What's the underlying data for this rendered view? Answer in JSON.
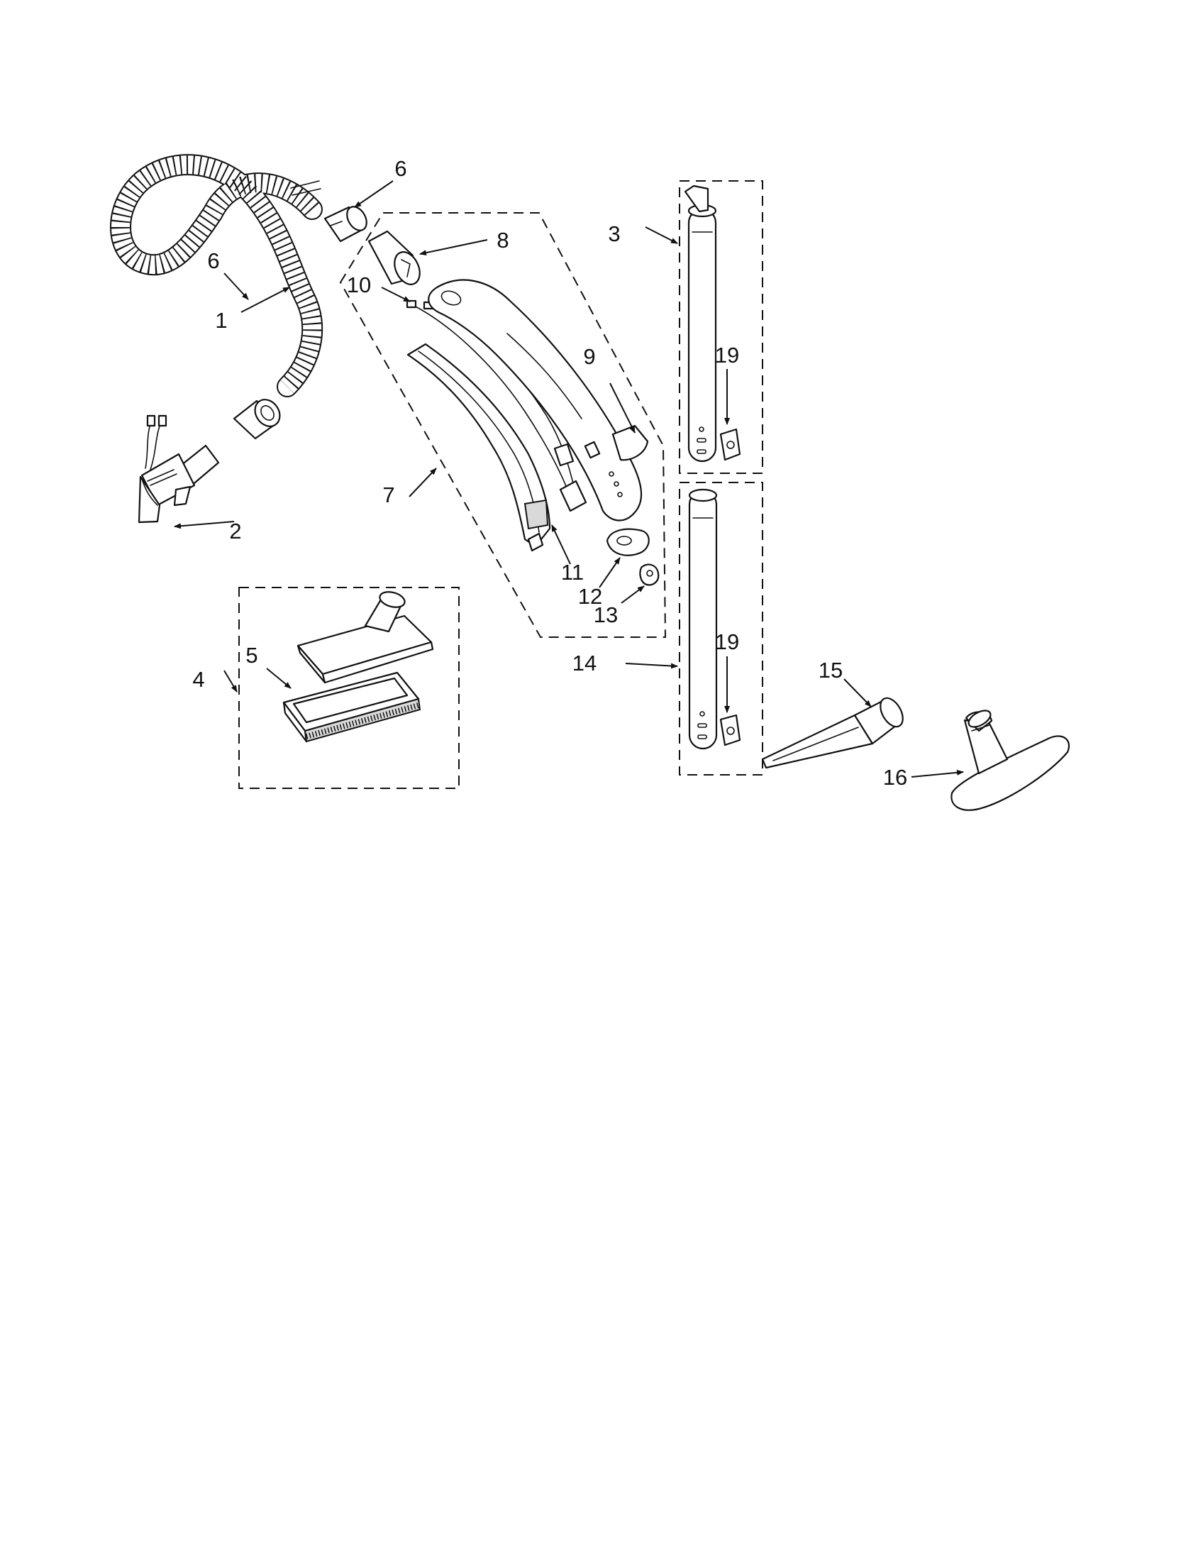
{
  "diagram": {
    "callouts": [
      {
        "id": "1",
        "text": "1"
      },
      {
        "id": "2",
        "text": "2"
      },
      {
        "id": "3",
        "text": "3"
      },
      {
        "id": "4",
        "text": "4"
      },
      {
        "id": "5",
        "text": "5"
      },
      {
        "id": "6a",
        "text": "6"
      },
      {
        "id": "6b",
        "text": "6"
      },
      {
        "id": "7",
        "text": "7"
      },
      {
        "id": "8",
        "text": "8"
      },
      {
        "id": "9",
        "text": "9"
      },
      {
        "id": "10",
        "text": "10"
      },
      {
        "id": "11",
        "text": "11"
      },
      {
        "id": "12",
        "text": "12"
      },
      {
        "id": "13",
        "text": "13"
      },
      {
        "id": "14",
        "text": "14"
      },
      {
        "id": "15",
        "text": "15"
      },
      {
        "id": "16",
        "text": "16"
      },
      {
        "id": "19a",
        "text": "19"
      },
      {
        "id": "19b",
        "text": "19"
      }
    ]
  }
}
